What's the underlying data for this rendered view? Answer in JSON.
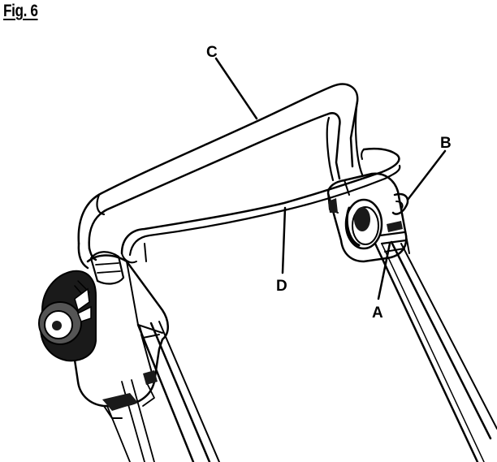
{
  "figure": {
    "title": "Fig. 6"
  },
  "callouts": {
    "a": "A",
    "b": "B",
    "c": "C",
    "d": "D"
  },
  "colors": {
    "line": "#000000",
    "fill_dark": "#1a1a1a",
    "fill_mid": "#555555",
    "background": "#ffffff"
  }
}
